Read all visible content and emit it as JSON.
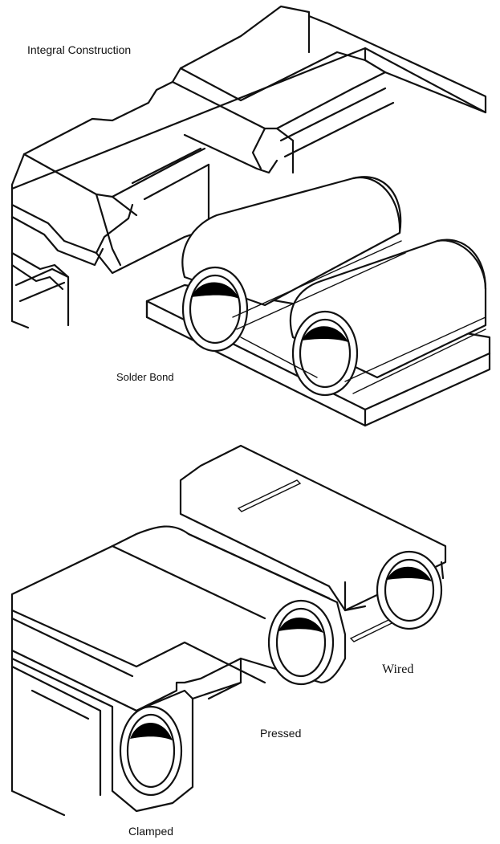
{
  "figure": {
    "labels": {
      "integral": "Integral Construction",
      "solder": "Solder Bond",
      "wired": "Wired",
      "pressed": "Pressed",
      "clamped": "Clamped"
    },
    "colors": {
      "ink": "#111111",
      "paper": "#ffffff"
    }
  }
}
